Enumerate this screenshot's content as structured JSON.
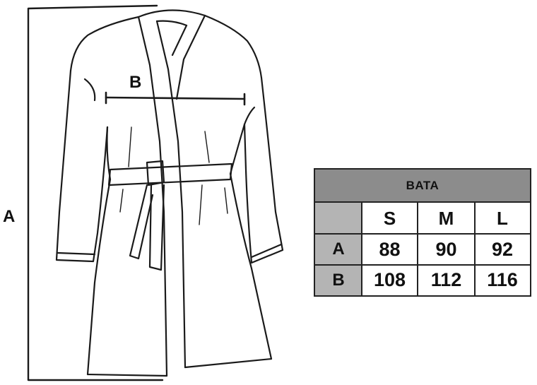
{
  "diagram": {
    "measure_labels": {
      "a": "A",
      "b": "B"
    }
  },
  "size_table": {
    "title": "BATA",
    "sizes": [
      "S",
      "M",
      "L"
    ],
    "rows": [
      {
        "label": "A",
        "values": [
          "88",
          "90",
          "92"
        ]
      },
      {
        "label": "B",
        "values": [
          "108",
          "112",
          "116"
        ]
      }
    ],
    "colors": {
      "title_bg": "#8c8c8c",
      "label_bg": "#b4b4b4",
      "border": "#222222"
    }
  }
}
